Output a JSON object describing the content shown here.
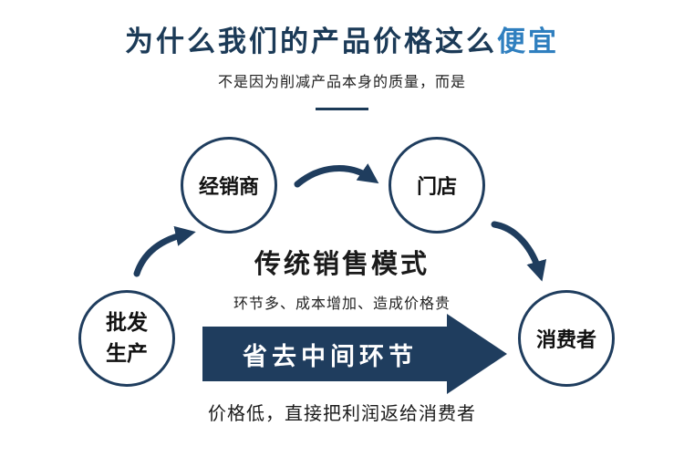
{
  "header": {
    "title_main": "为什么我们的产品价格这么",
    "title_accent": "便宜",
    "subtitle": "不是因为削减产品本身的质量，而是"
  },
  "nodes": {
    "distributor": "经销商",
    "store": "门店",
    "wholesale_line1": "批发",
    "wholesale_line2": "生产",
    "consumer": "消费者"
  },
  "center": {
    "title": "传统销售模式",
    "subtitle": "环节多、成本增加、造成价格贵",
    "band_label": "省去中间环节"
  },
  "footer": {
    "text": "价格低，直接把利润返给消费者"
  },
  "colors": {
    "navy": "#1b3a57",
    "accent": "#2f7fbf",
    "band": "#1f3d5e"
  }
}
